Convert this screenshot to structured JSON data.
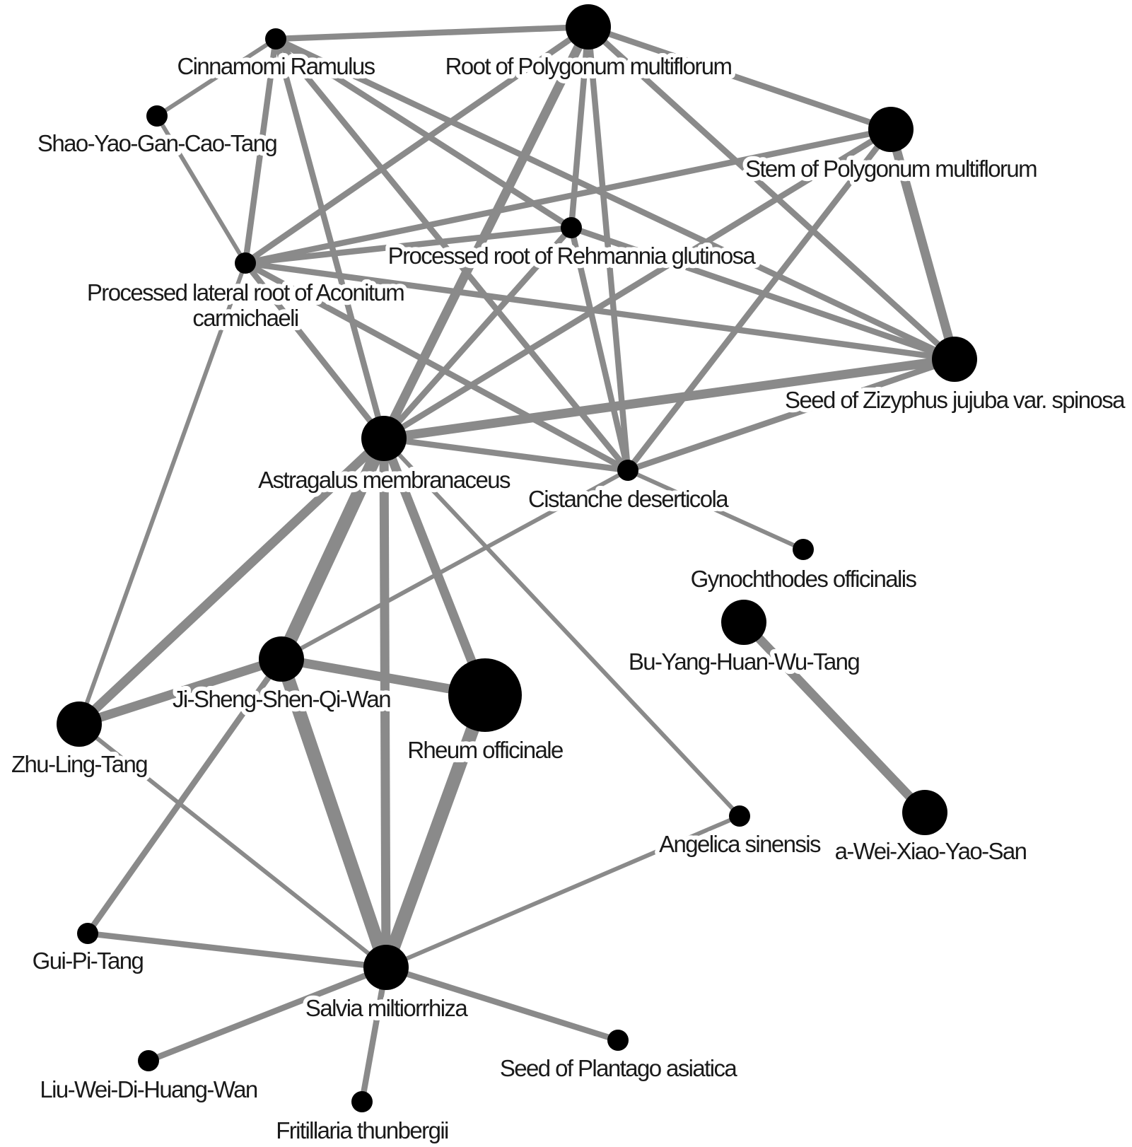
{
  "nodes": [
    {
      "id": "cinnamomi",
      "label": [
        "Cinnamomi Ramulus"
      ],
      "size": "small"
    },
    {
      "id": "root-polygonum",
      "label": [
        "Root of Polygonum multiflorum"
      ],
      "size": "large"
    },
    {
      "id": "stem-polygonum",
      "label": [
        "Stem of Polygonum multiflorum"
      ],
      "size": "large"
    },
    {
      "id": "shao-yao",
      "label": [
        "Shao-Yao-Gan-Cao-Tang"
      ],
      "size": "small"
    },
    {
      "id": "rehmannia",
      "label": [
        "Processed root of Rehmannia glutinosa"
      ],
      "size": "small"
    },
    {
      "id": "aconitum",
      "label": [
        "Processed lateral root of Aconitum",
        "carmichaeli"
      ],
      "size": "small"
    },
    {
      "id": "zizyphus",
      "label": [
        "Seed of Zizyphus jujuba var. spinosa"
      ],
      "size": "large"
    },
    {
      "id": "astragalus",
      "label": [
        "Astragalus membranaceus"
      ],
      "size": "large"
    },
    {
      "id": "cistanche",
      "label": [
        "Cistanche deserticola"
      ],
      "size": "small"
    },
    {
      "id": "gynochthodes",
      "label": [
        "Gynochthodes officinalis"
      ],
      "size": "small"
    },
    {
      "id": "bu-yang",
      "label": [
        "Bu-Yang-Huan-Wu-Tang"
      ],
      "size": "large"
    },
    {
      "id": "ji-sheng",
      "label": [
        "Ji-Sheng-Shen-Qi-Wan"
      ],
      "size": "large"
    },
    {
      "id": "rheum",
      "label": [
        "Rheum officinale"
      ],
      "size": "xlarge"
    },
    {
      "id": "zhu-ling",
      "label": [
        "Zhu-Ling-Tang"
      ],
      "size": "large"
    },
    {
      "id": "angelica",
      "label": [
        "Angelica sinensis"
      ],
      "size": "small"
    },
    {
      "id": "jia-wei",
      "label": [
        "a-Wei-Xiao-Yao-San"
      ],
      "size": "large"
    },
    {
      "id": "gui-pi",
      "label": [
        "Gui-Pi-Tang"
      ],
      "size": "small"
    },
    {
      "id": "salvia",
      "label": [
        "Salvia miltiorrhiza"
      ],
      "size": "large"
    },
    {
      "id": "plantago",
      "label": [
        "Seed of Plantago asiatica"
      ],
      "size": "small"
    },
    {
      "id": "liu-wei",
      "label": [
        "Liu-Wei-Di-Huang-Wan"
      ],
      "size": "small"
    },
    {
      "id": "fritillaria",
      "label": [
        "Fritillaria thunbergii"
      ],
      "size": "small"
    }
  ],
  "edges": [
    {
      "source": "cinnamomi",
      "target": "root-polygonum",
      "weight": "medium"
    },
    {
      "source": "cinnamomi",
      "target": "zizyphus",
      "weight": "medium"
    },
    {
      "source": "cinnamomi",
      "target": "cistanche",
      "weight": "medium"
    },
    {
      "source": "cinnamomi",
      "target": "shao-yao",
      "weight": "thin"
    },
    {
      "source": "cinnamomi",
      "target": "aconitum",
      "weight": "medium"
    },
    {
      "source": "cinnamomi",
      "target": "astragalus",
      "weight": "medium"
    },
    {
      "source": "cinnamomi",
      "target": "rehmannia",
      "weight": "medium"
    },
    {
      "source": "root-polygonum",
      "target": "stem-polygonum",
      "weight": "medium"
    },
    {
      "source": "root-polygonum",
      "target": "zizyphus",
      "weight": "medium"
    },
    {
      "source": "root-polygonum",
      "target": "astragalus",
      "weight": "thick"
    },
    {
      "source": "root-polygonum",
      "target": "rehmannia",
      "weight": "medium"
    },
    {
      "source": "root-polygonum",
      "target": "cistanche",
      "weight": "medium"
    },
    {
      "source": "root-polygonum",
      "target": "aconitum",
      "weight": "medium"
    },
    {
      "source": "stem-polygonum",
      "target": "zizyphus",
      "weight": "thick"
    },
    {
      "source": "stem-polygonum",
      "target": "astragalus",
      "weight": "medium"
    },
    {
      "source": "stem-polygonum",
      "target": "aconitum",
      "weight": "medium"
    },
    {
      "source": "stem-polygonum",
      "target": "cistanche",
      "weight": "medium"
    },
    {
      "source": "shao-yao",
      "target": "aconitum",
      "weight": "thin"
    },
    {
      "source": "rehmannia",
      "target": "astragalus",
      "weight": "medium"
    },
    {
      "source": "rehmannia",
      "target": "cistanche",
      "weight": "medium"
    },
    {
      "source": "rehmannia",
      "target": "zizyphus",
      "weight": "medium"
    },
    {
      "source": "rehmannia",
      "target": "aconitum",
      "weight": "medium"
    },
    {
      "source": "aconitum",
      "target": "zizyphus",
      "weight": "medium"
    },
    {
      "source": "aconitum",
      "target": "astragalus",
      "weight": "medium"
    },
    {
      "source": "aconitum",
      "target": "cistanche",
      "weight": "medium"
    },
    {
      "source": "aconitum",
      "target": "zhu-ling",
      "weight": "thin"
    },
    {
      "source": "zizyphus",
      "target": "astragalus",
      "weight": "thick"
    },
    {
      "source": "zizyphus",
      "target": "cistanche",
      "weight": "medium"
    },
    {
      "source": "astragalus",
      "target": "cistanche",
      "weight": "medium"
    },
    {
      "source": "astragalus",
      "target": "ji-sheng",
      "weight": "xthick"
    },
    {
      "source": "astragalus",
      "target": "rheum",
      "weight": "thick"
    },
    {
      "source": "astragalus",
      "target": "zhu-ling",
      "weight": "thick"
    },
    {
      "source": "astragalus",
      "target": "salvia",
      "weight": "thick"
    },
    {
      "source": "astragalus",
      "target": "angelica",
      "weight": "thin"
    },
    {
      "source": "cistanche",
      "target": "gynochthodes",
      "weight": "thin"
    },
    {
      "source": "cistanche",
      "target": "ji-sheng",
      "weight": "thin"
    },
    {
      "source": "bu-yang",
      "target": "jia-wei",
      "weight": "thick"
    },
    {
      "source": "ji-sheng",
      "target": "rheum",
      "weight": "thick"
    },
    {
      "source": "ji-sheng",
      "target": "zhu-ling",
      "weight": "thick"
    },
    {
      "source": "ji-sheng",
      "target": "salvia",
      "weight": "xthick"
    },
    {
      "source": "ji-sheng",
      "target": "gui-pi",
      "weight": "medium"
    },
    {
      "source": "rheum",
      "target": "salvia",
      "weight": "xthick"
    },
    {
      "source": "zhu-ling",
      "target": "salvia",
      "weight": "thin"
    },
    {
      "source": "salvia",
      "target": "gui-pi",
      "weight": "medium"
    },
    {
      "source": "salvia",
      "target": "angelica",
      "weight": "thin"
    },
    {
      "source": "salvia",
      "target": "plantago",
      "weight": "medium"
    },
    {
      "source": "salvia",
      "target": "liu-wei",
      "weight": "medium"
    },
    {
      "source": "salvia",
      "target": "fritillaria",
      "weight": "medium"
    }
  ],
  "colors": {
    "node": "#000000",
    "edge": "#8a8a8a",
    "label": "#1a1a1a",
    "background": "#ffffff"
  }
}
